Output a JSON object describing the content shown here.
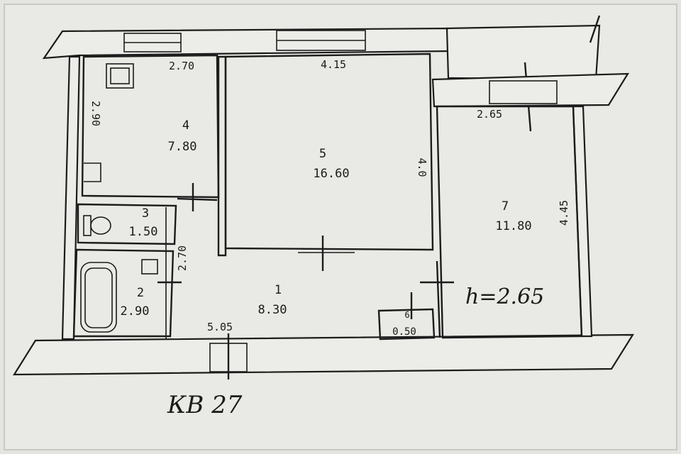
{
  "plan": {
    "apartment_label": "КВ 27",
    "ceiling_height": "h=2.65",
    "rooms": [
      {
        "number": "1",
        "area": "8.30"
      },
      {
        "number": "2",
        "area": "2.90"
      },
      {
        "number": "3",
        "area": "1.50"
      },
      {
        "number": "4",
        "area": "7.80"
      },
      {
        "number": "5",
        "area": "16.60"
      },
      {
        "number": "6",
        "area": "0.50"
      },
      {
        "number": "7",
        "area": "11.80"
      }
    ],
    "dimensions": {
      "room4_width": "2.70",
      "room4_height": "2.90",
      "room5_width": "4.15",
      "room5_height": "4.0",
      "room7_width": "2.65",
      "room7_height": "4.45",
      "corridor_width": "5.05",
      "wc_dim": "2.70"
    }
  },
  "colors": {
    "paper": "#e4e4e0",
    "ink": "#1c1c1c"
  }
}
